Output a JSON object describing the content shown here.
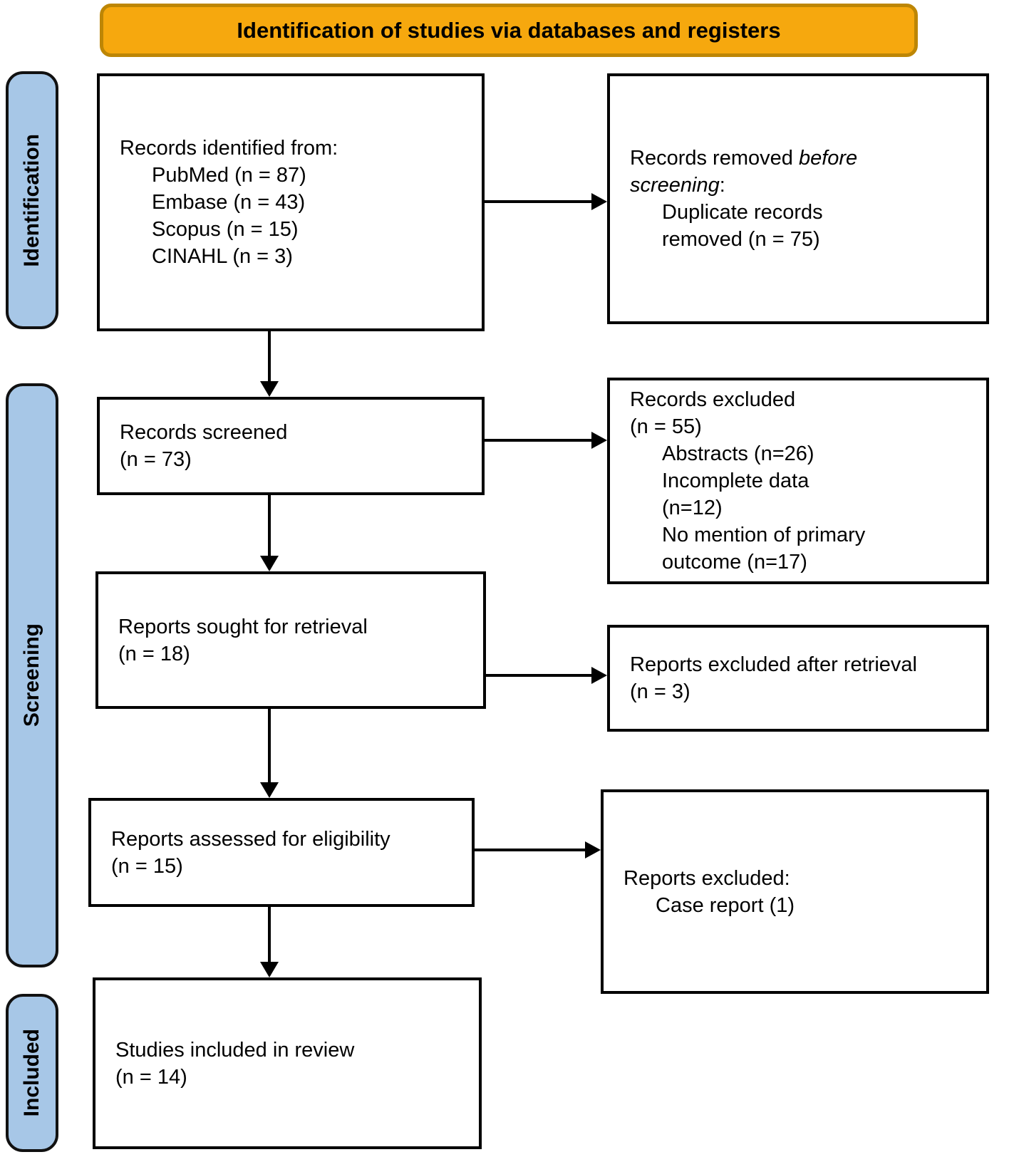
{
  "colors": {
    "banner_fill": "#F6A80E",
    "banner_border": "#BD8605",
    "stage_fill": "#A7C7E7",
    "stage_border": "#111111",
    "box_border": "#000000",
    "arrow_color": "#000000",
    "text_color": "#000000",
    "page_bg": "#FFFFFF"
  },
  "banner": {
    "title": "Identification of studies via databases and registers"
  },
  "stages": {
    "identification": "Identification",
    "screening": "Screening",
    "included": "Included"
  },
  "boxes": {
    "records_identified": {
      "heading": "Records identified from:",
      "items": [
        "PubMed (n = 87)",
        "Embase (n = 43)",
        "Scopus (n = 15)",
        "CINAHL (n = 3)"
      ]
    },
    "records_removed": {
      "normal_prefix": "Records removed ",
      "italic_text": "before screening",
      "normal_suffix": ":",
      "items": [
        "Duplicate records removed (n = 75)"
      ]
    },
    "records_screened": {
      "line1": "Records screened",
      "line2": "(n = 73)"
    },
    "records_excluded": {
      "line1": "Records excluded",
      "line2": "(n = 55)",
      "items": [
        "Abstracts (n=26)",
        "Incomplete data (n=12)",
        "No mention of primary outcome (n=17)"
      ]
    },
    "reports_sought": {
      "line1": "Reports sought for retrieval",
      "line2": "(n = 18)"
    },
    "reports_excluded_after_retrieval": {
      "line1": "Reports excluded after retrieval",
      "line2": "(n = 3)"
    },
    "reports_assessed": {
      "line1": "Reports assessed for eligibility",
      "line2": "(n = 15)"
    },
    "reports_excluded": {
      "heading": "Reports excluded:",
      "items": [
        "Case report (1)"
      ]
    },
    "studies_included": {
      "line1": "Studies included in review",
      "line2": "(n = 14)"
    }
  }
}
